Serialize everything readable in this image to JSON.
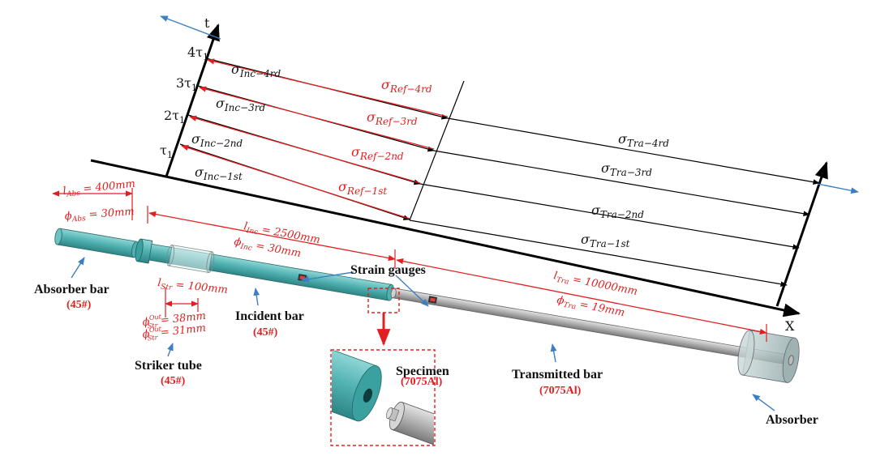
{
  "axes": {
    "t_label": "t",
    "x_label": "X"
  },
  "time_ticks": [
    {
      "main": "4τ",
      "sub": "1"
    },
    {
      "main": "3τ",
      "sub": "1"
    },
    {
      "main": "2τ",
      "sub": "1"
    },
    {
      "main": "τ",
      "sub": "1"
    }
  ],
  "waves": {
    "incident": [
      {
        "main": "σ",
        "sub": "Inc−1st"
      },
      {
        "main": "σ",
        "sub": "Inc−2nd"
      },
      {
        "main": "σ",
        "sub": "Inc−3rd"
      },
      {
        "main": "σ",
        "sub": "Inc−4rd"
      }
    ],
    "reflected": [
      {
        "main": "σ",
        "sub": "Ref−1st"
      },
      {
        "main": "σ",
        "sub": "Ref−2nd"
      },
      {
        "main": "σ",
        "sub": "Ref−3rd"
      },
      {
        "main": "σ",
        "sub": "Ref−4rd"
      }
    ],
    "transmitted": [
      {
        "main": "σ",
        "sub": "Tra−1st"
      },
      {
        "main": "σ",
        "sub": "Tra−2nd"
      },
      {
        "main": "σ",
        "sub": "Tra−3rd"
      },
      {
        "main": "σ",
        "sub": "Tra−4rd"
      }
    ]
  },
  "dimensions": {
    "l_abs": {
      "sym": "l",
      "sub": "Abs",
      "val": " = 400mm"
    },
    "phi_abs": {
      "sym": "ϕ",
      "sub": "Abs",
      "val": " = 30mm"
    },
    "l_inc": {
      "sym": "l",
      "sub": "Inc",
      "val": " = 2500mm"
    },
    "phi_inc": {
      "sym": "ϕ",
      "sub": "Inc",
      "val": " = 30mm"
    },
    "l_str": {
      "sym": "l",
      "sub": "Str",
      "val": " = 100mm"
    },
    "phi_str_out": {
      "sym": "ϕ",
      "sup": "Out",
      "sub": "Str",
      "val": " = 38mm"
    },
    "phi_str_in": {
      "sym": "ϕ",
      "sup": "Out",
      "sub": "Str",
      "val": " = 31mm"
    },
    "l_tra": {
      "sym": "l",
      "sub": "Tra",
      "val": " = 10000mm"
    },
    "phi_tra": {
      "sym": "ϕ",
      "sub": "Tra",
      "val": " = 19mm"
    }
  },
  "labels": {
    "absorber_bar": "Absorber bar",
    "absorber_bar_mat": "(45#)",
    "striker_tube": "Striker tube",
    "striker_tube_mat": "(45#)",
    "incident_bar": "Incident bar",
    "incident_bar_mat": "(45#)",
    "strain_gauges": "Strain gauges",
    "specimen": "Specimen",
    "specimen_mat": "(7075Al)",
    "transmitted_bar": "Transmitted bar",
    "transmitted_bar_mat": "(7075Al)",
    "absorber": "Absorber"
  },
  "colors": {
    "incident_bar": "#5fb5b5",
    "transmitted_bar": "#b8b8b8",
    "annotation_red": "#e02020",
    "pointer_blue": "#3d7fc4"
  }
}
